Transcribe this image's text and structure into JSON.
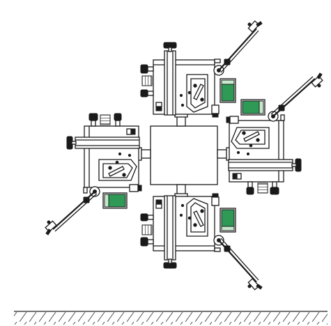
{
  "diagram": {
    "colors": {
      "line": "#1a1a1a",
      "background": "#ffffff",
      "accent_green_dark": "#2e9a56",
      "accent_green_light": "#c8e9cf",
      "knob": "#1a1a1a",
      "hatch": "#555555"
    },
    "stages": [
      {
        "position": "top",
        "orientation": "down"
      },
      {
        "position": "left",
        "orientation": "right"
      },
      {
        "position": "right",
        "orientation": "left"
      },
      {
        "position": "bottom",
        "orientation": "up"
      }
    ],
    "center_block": {
      "label": ""
    },
    "ground": {
      "style": "hatched"
    }
  }
}
